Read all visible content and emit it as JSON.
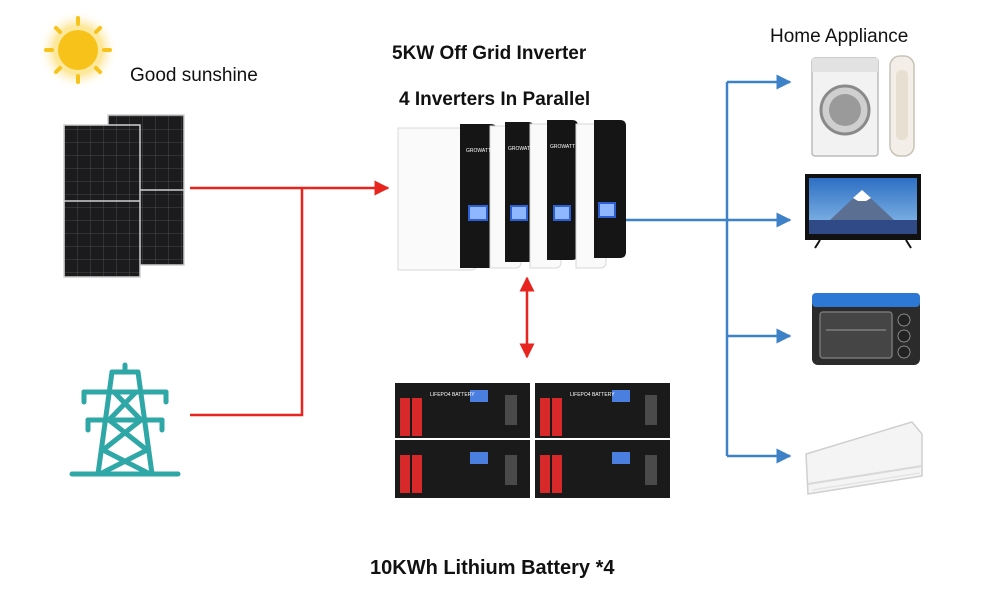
{
  "labels": {
    "sunshine": "Good sunshine",
    "inverter_title": "5KW Off Grid Inverter",
    "inverter_parallel": "4 Inverters In Parallel",
    "appliance_title": "Home Appliance",
    "battery_title": "10KWh Lithium Battery *4"
  },
  "inverter_brand": "GROWATT",
  "battery_brand": "LIFEPO4 BATTERY",
  "colors": {
    "dc_line": "#e8241f",
    "ac_line": "#3d82c9",
    "sun": "#f7c21a",
    "grid_tower": "#2fa7a7",
    "panel": "#1b1b1d",
    "inverter_body": "#ffffff",
    "inverter_front": "#151515",
    "battery": "#1a1a1a",
    "battery_terminal": "#d8292a"
  },
  "icons": [
    "sun-icon",
    "solar-panel-icon",
    "grid-tower-icon",
    "inverter-icon",
    "battery-icon",
    "washing-machine-icon",
    "tower-fan-icon",
    "tv-icon",
    "oven-icon",
    "air-conditioner-icon"
  ]
}
